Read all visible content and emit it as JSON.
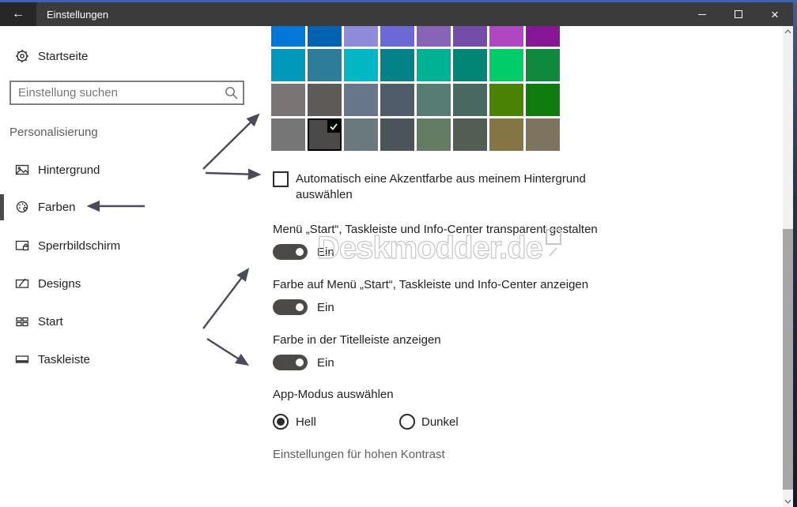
{
  "window": {
    "title": "Einstellungen",
    "icons": {
      "back": "←",
      "close": "×"
    },
    "titlebar_color": "#3B3B3B",
    "top_border_color": "#3E62B0"
  },
  "sidebar": {
    "home_label": "Startseite",
    "search": {
      "placeholder": "Einstellung suchen"
    },
    "section_label": "Personalisierung",
    "items": [
      {
        "label": "Hintergrund",
        "icon": "image-icon",
        "selected": false
      },
      {
        "label": "Farben",
        "icon": "palette-icon",
        "selected": true
      },
      {
        "label": "Sperrbildschirm",
        "icon": "lockscreen-icon",
        "selected": false
      },
      {
        "label": "Designs",
        "icon": "theme-icon",
        "selected": false
      },
      {
        "label": "Start",
        "icon": "start-tiles-icon",
        "selected": false
      },
      {
        "label": "Taskleiste",
        "icon": "taskbar-icon",
        "selected": false
      }
    ]
  },
  "content": {
    "palette": {
      "rows": [
        [
          "#0078D7",
          "#0063B1",
          "#8E8CD8",
          "#6B69D6",
          "#8764B8",
          "#744DA9",
          "#B146C2",
          "#881798"
        ],
        [
          "#0099BC",
          "#2D7D9A",
          "#00B7C3",
          "#038387",
          "#00B294",
          "#018574",
          "#00CC6A",
          "#10893E"
        ],
        [
          "#7A7574",
          "#5D5A58",
          "#68768A",
          "#515C6B",
          "#567C73",
          "#486860",
          "#498205",
          "#107C10"
        ],
        [
          "#767676",
          "#4C4A48",
          "#69797E",
          "#4A5459",
          "#647C64",
          "#525E54",
          "#847545",
          "#7E735F"
        ]
      ],
      "selected": {
        "row": 3,
        "col": 1,
        "color": "#4C4A48"
      }
    },
    "auto_accent_checkbox": {
      "label": "Automatisch eine Akzentfarbe aus meinem Hintergrund auswählen",
      "checked": false
    },
    "toggles": [
      {
        "label": "Menü „Start“, Taskleiste und Info-Center transparent gestalten",
        "state_label": "Ein",
        "on": true
      },
      {
        "label": "Farbe auf Menü „Start“, Taskleiste und Info-Center anzeigen",
        "state_label": "Ein",
        "on": true
      },
      {
        "label": "Farbe in der Titelleiste anzeigen",
        "state_label": "Ein",
        "on": true
      }
    ],
    "app_mode": {
      "label": "App-Modus auswählen",
      "options": [
        {
          "label": "Hell",
          "selected": true
        },
        {
          "label": "Dunkel",
          "selected": false
        }
      ]
    },
    "high_contrast_link": "Einstellungen für hohen Kontrast",
    "watermark": "Deskmodder.de"
  },
  "colors": {
    "accent": "#4C4A48",
    "annotation_arrow": "#4B4B59"
  }
}
